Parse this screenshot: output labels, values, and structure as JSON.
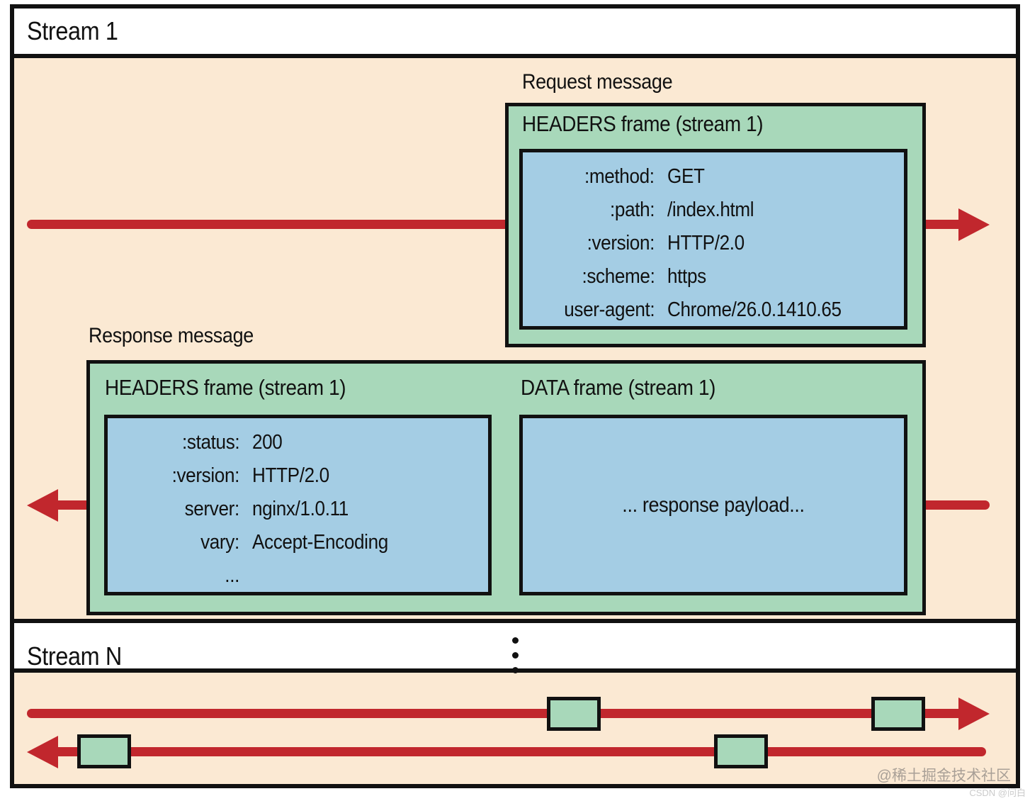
{
  "colors": {
    "peach_bg": "#fbe9d3",
    "green_frame": "#a8d8ba",
    "blue_box": "#a4cde4",
    "arrow_red": "#c1272d",
    "border_black": "#111111",
    "white": "#ffffff"
  },
  "stream1": {
    "label": "Stream 1",
    "request": {
      "message_label": "Request message",
      "frame_title": "HEADERS frame (stream 1)",
      "headers": [
        {
          "key": ":method:",
          "value": "GET"
        },
        {
          "key": ":path:",
          "value": "/index.html"
        },
        {
          "key": ":version:",
          "value": "HTTP/2.0"
        },
        {
          "key": ":scheme:",
          "value": "https"
        },
        {
          "key": "user-agent:",
          "value": "Chrome/26.0.1410.65"
        }
      ]
    },
    "response": {
      "message_label": "Response message",
      "headers_frame_title": "HEADERS frame (stream 1)",
      "headers": [
        {
          "key": ":status:",
          "value": "200"
        },
        {
          "key": ":version:",
          "value": "HTTP/2.0"
        },
        {
          "key": "server:",
          "value": "nginx/1.0.11"
        },
        {
          "key": "vary:",
          "value": "Accept-Encoding"
        },
        {
          "key": "...",
          "value": ""
        }
      ],
      "data_frame_title": "DATA frame (stream 1)",
      "data_frame_text": "... response payload..."
    }
  },
  "streamN": {
    "label": "Stream N"
  },
  "icons": {
    "vertical_ellipsis": "⋮"
  },
  "watermarks": {
    "juejin": "@稀土掘金技术社区",
    "csdn": "CSDN @问白"
  }
}
